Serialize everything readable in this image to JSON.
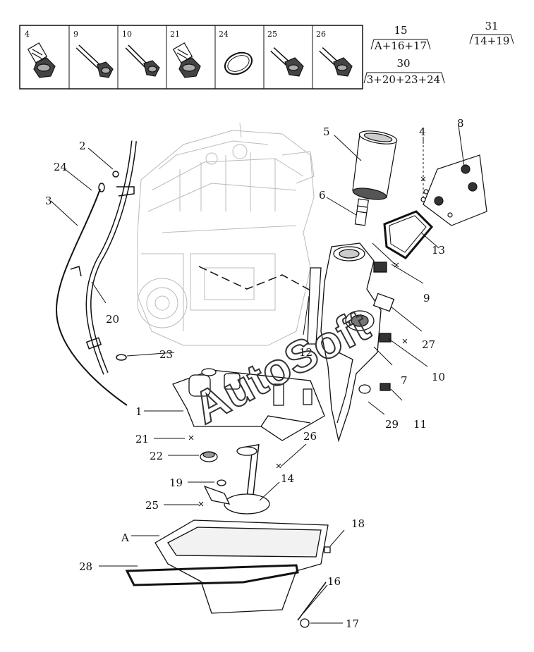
{
  "fastener_table": [
    {
      "num": "4"
    },
    {
      "num": "9"
    },
    {
      "num": "10"
    },
    {
      "num": "21"
    },
    {
      "num": "24"
    },
    {
      "num": "25"
    },
    {
      "num": "26"
    }
  ],
  "groups": [
    {
      "id": "15",
      "expr": "A+16+17"
    },
    {
      "id": "31",
      "expr": "14+19"
    },
    {
      "id": "30",
      "expr": "3+20+23+24"
    }
  ],
  "callouts": {
    "c1": "1",
    "c2": "2",
    "c3": "3",
    "c4": "4",
    "c5": "5",
    "c6": "6",
    "c7": "7",
    "c8": "8",
    "c9": "9",
    "c10": "10",
    "c11": "11",
    "c12": "12",
    "c13": "13",
    "c14": "14",
    "c16": "16",
    "c17": "17",
    "c18": "18",
    "c19": "19",
    "c20": "20",
    "c21": "21",
    "c22": "22",
    "c23": "23",
    "c24": "24",
    "c25": "25",
    "c26": "26",
    "c27": "27",
    "c28": "28",
    "c29": "29",
    "cA": "A"
  },
  "watermark": "AutoSoft"
}
